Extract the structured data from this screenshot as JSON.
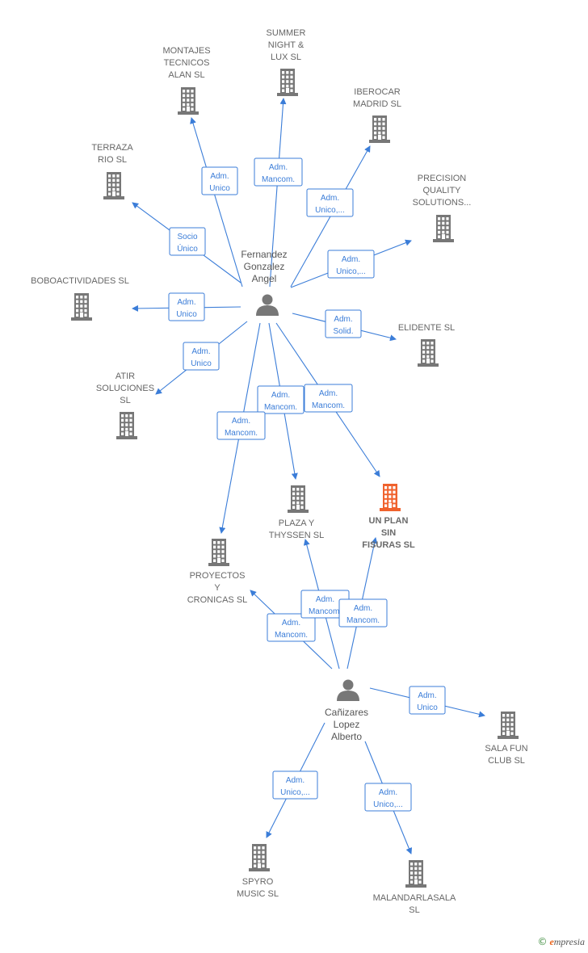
{
  "colors": {
    "edge": "#3b7dd8",
    "company": "#777777",
    "focus": "#f0622d",
    "person": "#777777"
  },
  "persons": [
    {
      "id": "p1",
      "lines": [
        "Fernandez",
        "Gonzalez",
        "Angel"
      ]
    },
    {
      "id": "p2",
      "lines": [
        "Cañizares",
        "Lopez",
        "Alberto"
      ]
    }
  ],
  "companies": [
    {
      "id": "montajes",
      "lines": [
        "MONTAJES",
        "TECNICOS",
        "ALAN  SL"
      ]
    },
    {
      "id": "summer",
      "lines": [
        "SUMMER",
        "NIGHT &",
        "LUX SL"
      ]
    },
    {
      "id": "iberocar",
      "lines": [
        "IBEROCAR",
        "MADRID  SL"
      ]
    },
    {
      "id": "terraza",
      "lines": [
        "TERRAZA",
        "RIO SL"
      ]
    },
    {
      "id": "precision",
      "lines": [
        "PRECISION",
        "QUALITY",
        "SOLUTIONS..."
      ]
    },
    {
      "id": "bobo",
      "lines": [
        "BOBOACTIVIDADES SL"
      ]
    },
    {
      "id": "elidente",
      "lines": [
        "ELIDENTE  SL"
      ]
    },
    {
      "id": "atir",
      "lines": [
        "ATIR",
        "SOLUCIONES",
        "SL"
      ]
    },
    {
      "id": "plaza",
      "lines": [
        "PLAZA Y",
        "THYSSEN  SL"
      ]
    },
    {
      "id": "unplan",
      "lines": [
        "UN PLAN",
        "SIN",
        "FISURAS  SL"
      ],
      "focus": true
    },
    {
      "id": "proyectos",
      "lines": [
        "PROYECTOS",
        "Y",
        "CRONICAS  SL"
      ]
    },
    {
      "id": "salafun",
      "lines": [
        "SALA FUN",
        "CLUB SL"
      ]
    },
    {
      "id": "spyro",
      "lines": [
        "SPYRO",
        "MUSIC  SL"
      ]
    },
    {
      "id": "malandar",
      "lines": [
        "MALANDARLASALA",
        "SL"
      ]
    }
  ],
  "edges": [
    {
      "id": "e1",
      "from": "p1",
      "to": "montajes",
      "lines": [
        "Adm.",
        "Unico"
      ]
    },
    {
      "id": "e2",
      "from": "p1",
      "to": "summer",
      "lines": [
        "Adm.",
        "Mancom."
      ]
    },
    {
      "id": "e3",
      "from": "p1",
      "to": "iberocar",
      "lines": [
        "Adm.",
        "Unico,..."
      ]
    },
    {
      "id": "e4",
      "from": "p1",
      "to": "terraza",
      "lines": [
        "Socio",
        "Único"
      ]
    },
    {
      "id": "e5",
      "from": "p1",
      "to": "precision",
      "lines": [
        "Adm.",
        "Unico,..."
      ]
    },
    {
      "id": "e6",
      "from": "p1",
      "to": "bobo",
      "lines": [
        "Adm.",
        "Unico"
      ]
    },
    {
      "id": "e7",
      "from": "p1",
      "to": "elidente",
      "lines": [
        "Adm.",
        "Solid."
      ]
    },
    {
      "id": "e8",
      "from": "p1",
      "to": "atir",
      "lines": [
        "Adm.",
        "Unico"
      ]
    },
    {
      "id": "e9",
      "from": "p1",
      "to": "plaza",
      "lines": [
        "Adm.",
        "Mancom."
      ]
    },
    {
      "id": "e10",
      "from": "p1",
      "to": "unplan",
      "lines": [
        "Adm.",
        "Mancom."
      ]
    },
    {
      "id": "e11",
      "from": "p1",
      "to": "proyectos",
      "lines": [
        "Adm.",
        "Mancom."
      ]
    },
    {
      "id": "e12",
      "from": "p2",
      "to": "proyectos",
      "lines": [
        "Adm.",
        "Mancom."
      ]
    },
    {
      "id": "e13",
      "from": "p2",
      "to": "plaza",
      "lines": [
        "Adm.",
        "Mancom."
      ]
    },
    {
      "id": "e14",
      "from": "p2",
      "to": "unplan",
      "lines": [
        "Adm.",
        "Mancom."
      ]
    },
    {
      "id": "e15",
      "from": "p2",
      "to": "salafun",
      "lines": [
        "Adm.",
        "Unico"
      ]
    },
    {
      "id": "e16",
      "from": "p2",
      "to": "spyro",
      "lines": [
        "Adm.",
        "Unico,..."
      ]
    },
    {
      "id": "e17",
      "from": "p2",
      "to": "malandar",
      "lines": [
        "Adm.",
        "Unico,..."
      ]
    }
  ],
  "footer": {
    "copyright": "©",
    "brand_first": "e",
    "brand_rest": "mpresia"
  }
}
